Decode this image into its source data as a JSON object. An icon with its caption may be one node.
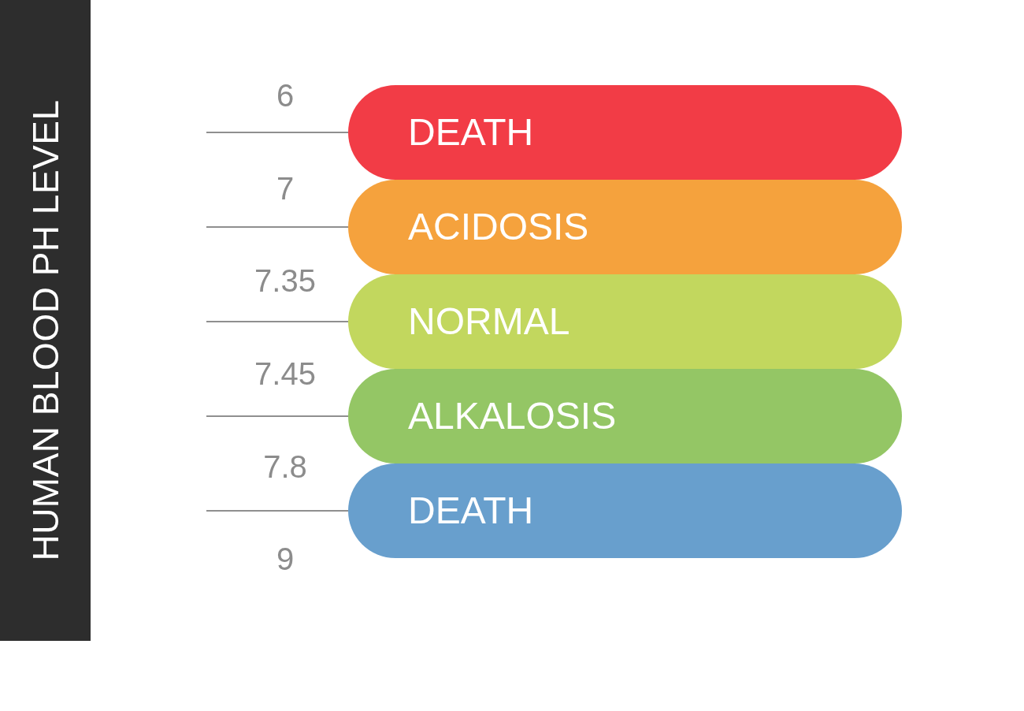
{
  "diagram": {
    "title": "HUMAN BLOOD PH LEVEL",
    "nodes": [
      {
        "text": [
          "DEATH"
        ]
      },
      {
        "text": [
          "ACIDOSIS"
        ]
      },
      {
        "text": [
          "NORMAL"
        ]
      },
      {
        "text": [
          "ALKALOSIS"
        ]
      },
      {
        "text": [
          "DEATH"
        ]
      }
    ],
    "edges": [
      {
        "from": null,
        "to": 0,
        "arrow": "none"
      },
      {
        "from": null,
        "to": 1,
        "arrow": "none"
      },
      {
        "from": null,
        "to": 2,
        "arrow": "none"
      },
      {
        "from": null,
        "to": 3,
        "arrow": "none"
      },
      {
        "from": null,
        "to": 4,
        "arrow": "none"
      }
    ],
    "labels": [
      "6",
      "7",
      "7.35",
      "7.45",
      "7.8",
      "9"
    ]
  }
}
